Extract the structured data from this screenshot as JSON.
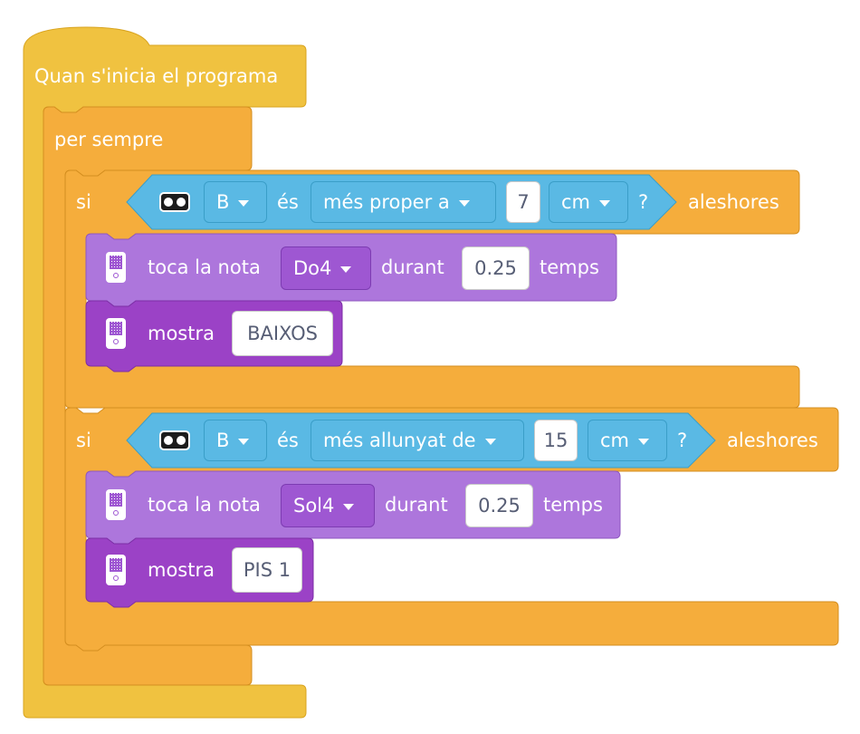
{
  "colors": {
    "events": "#f0c240",
    "control": "#f5ad3c",
    "sensor": "#5ab9e4",
    "sound": "#ad76dc",
    "display": "#9b42c6"
  },
  "event_block": {
    "label": "Quan s'inicia el programa"
  },
  "forever_block": {
    "label": "per sempre"
  },
  "if_blocks": [
    {
      "si_label": "si",
      "sensor_icon": "distance-sensor-icon",
      "port": "B",
      "is_label": "és",
      "comparison": "més proper a",
      "value": "7",
      "unit": "cm",
      "question": "?",
      "then_label": "aleshores",
      "sound": {
        "label": "toca la nota",
        "note": "Do4",
        "during": "durant",
        "beats": "0.25",
        "temps": "temps",
        "icon": "hub-icon"
      },
      "display": {
        "label": "mostra",
        "text": "BAIXOS",
        "icon": "hub-icon"
      }
    },
    {
      "si_label": "si",
      "sensor_icon": "distance-sensor-icon",
      "port": "B",
      "is_label": "és",
      "comparison": "més allunyat de",
      "value": "15",
      "unit": "cm",
      "question": "?",
      "then_label": "aleshores",
      "sound": {
        "label": "toca la nota",
        "note": "Sol4",
        "during": "durant",
        "beats": "0.25",
        "temps": "temps",
        "icon": "hub-icon"
      },
      "display": {
        "label": "mostra",
        "text": "PIS 1",
        "icon": "hub-icon"
      }
    }
  ]
}
